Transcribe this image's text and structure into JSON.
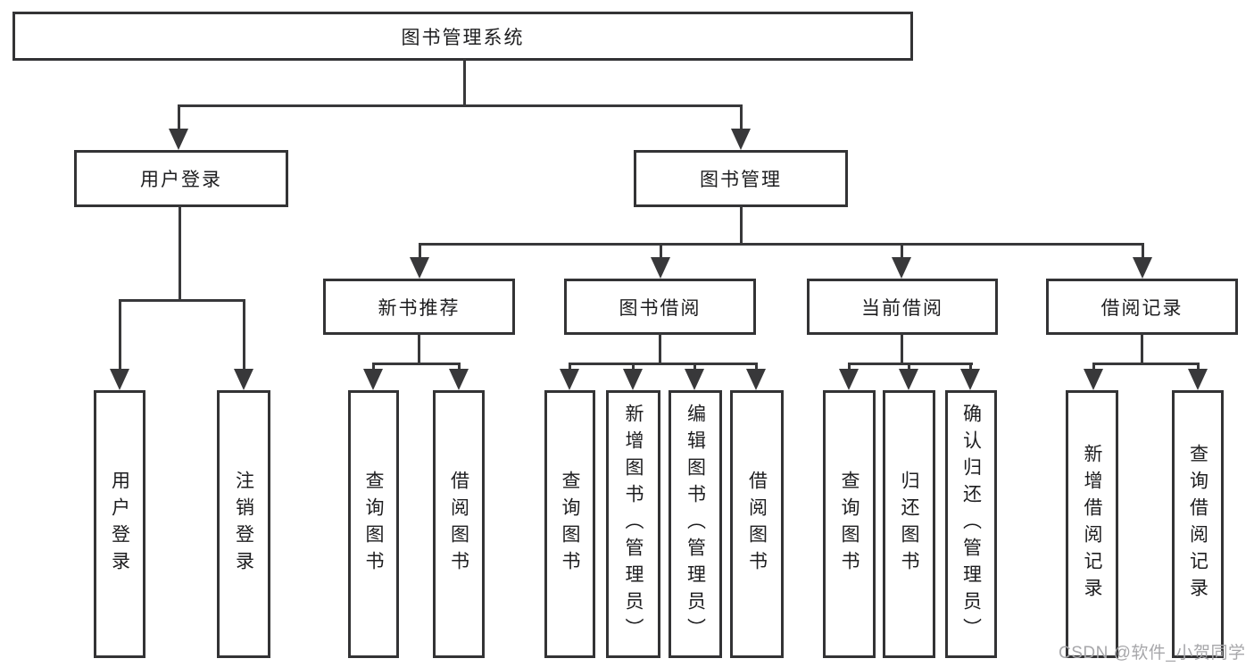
{
  "diagram": {
    "title": "图书管理系统",
    "tree": {
      "label": "图书管理系统",
      "children": [
        {
          "label": "用户登录",
          "children": [
            {
              "label": "用户登录"
            },
            {
              "label": "注销登录"
            }
          ]
        },
        {
          "label": "图书管理",
          "children": [
            {
              "label": "新书推荐",
              "children": [
                {
                  "label": "查询图书"
                },
                {
                  "label": "借阅图书"
                }
              ]
            },
            {
              "label": "图书借阅",
              "children": [
                {
                  "label": "查询图书"
                },
                {
                  "label": "新增图书（管理员）"
                },
                {
                  "label": "编辑图书（管理员）"
                },
                {
                  "label": "借阅图书"
                }
              ]
            },
            {
              "label": "当前借阅",
              "children": [
                {
                  "label": "查询图书"
                },
                {
                  "label": "归还图书"
                },
                {
                  "label": "确认归还（管理员）"
                }
              ]
            },
            {
              "label": "借阅记录",
              "children": [
                {
                  "label": "新增借阅记录"
                },
                {
                  "label": "查询借阅记录"
                }
              ]
            }
          ]
        }
      ]
    }
  },
  "watermark": {
    "text": "CSDN @软件_小贺同学"
  },
  "colors": {
    "line": "#38383a",
    "box_border": "#333335",
    "text": "#1d1d1f",
    "watermark": "#a7a7aa",
    "background": "#ffffff"
  }
}
